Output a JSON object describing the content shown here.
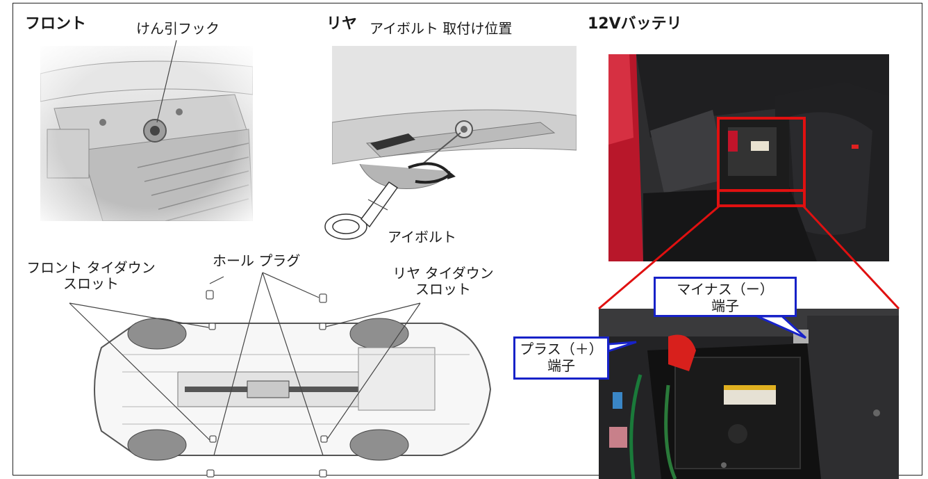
{
  "sections": {
    "front": {
      "heading": "フロント",
      "tow_hook_label": "けん引フック"
    },
    "rear": {
      "heading": "リヤ",
      "eyebolt_position_label": "アイボルト 取付け位置",
      "eyebolt_label": "アイボルト"
    },
    "battery": {
      "heading": "12Vバッテリ"
    }
  },
  "underbody": {
    "front_tiedown": {
      "line1": "フロント タイダウン",
      "line2": "スロット"
    },
    "hole_plug": "ホール プラグ",
    "rear_tiedown": {
      "line1": "リヤ タイダウン",
      "line2": "スロット"
    }
  },
  "callouts": {
    "minus_terminal": {
      "line1": "マイナス（ー）",
      "line2": "端子"
    },
    "plus_terminal": {
      "line1": "プラス（＋）",
      "line2": "端子"
    }
  },
  "colors": {
    "highlight_red": "#e01010",
    "callout_blue": "#1722c8",
    "car_red": "#b8172a"
  }
}
